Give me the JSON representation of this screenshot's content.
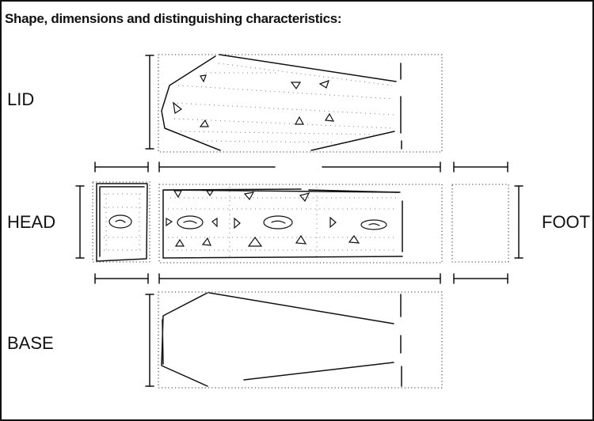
{
  "title": "Shape, dimensions and distinguishing characteristics:",
  "labels": {
    "lid": "LID",
    "head": "HEAD",
    "foot": "FOOT",
    "base": "BASE"
  }
}
